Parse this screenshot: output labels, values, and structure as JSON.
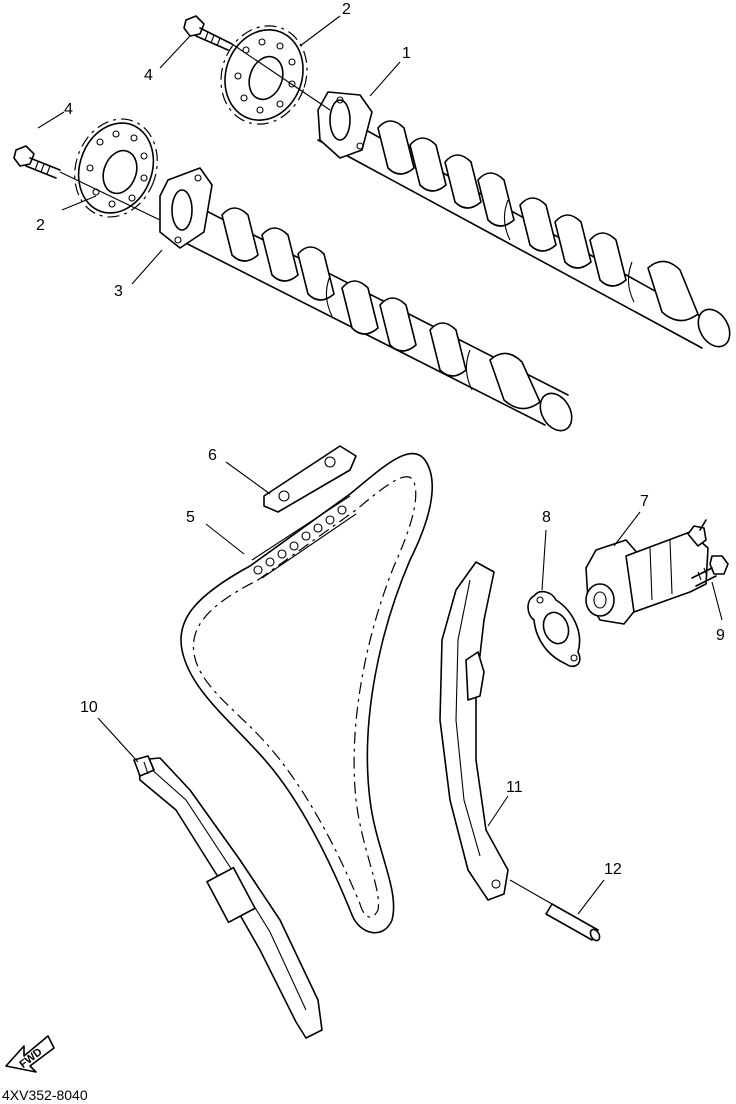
{
  "diagram": {
    "code": "4XV352-8040",
    "direction_label": "FWD",
    "callouts": [
      {
        "id": "cam-1",
        "number": "1",
        "part": "camshaft"
      },
      {
        "id": "sprocket-top",
        "number": "2",
        "part": "cam sprocket"
      },
      {
        "id": "sprocket-left",
        "number": "2",
        "part": "cam sprocket"
      },
      {
        "id": "cam-3",
        "number": "3",
        "part": "camshaft"
      },
      {
        "id": "bolt-top",
        "number": "4",
        "part": "bolt"
      },
      {
        "id": "bolt-left",
        "number": "4",
        "part": "bolt"
      },
      {
        "id": "chain",
        "number": "5",
        "part": "cam chain"
      },
      {
        "id": "guide-6",
        "number": "6",
        "part": "chain guide (top)"
      },
      {
        "id": "tensioner",
        "number": "7",
        "part": "tensioner assembly"
      },
      {
        "id": "gasket",
        "number": "8",
        "part": "gasket"
      },
      {
        "id": "bolt-9",
        "number": "9",
        "part": "bolt"
      },
      {
        "id": "guide-10",
        "number": "10",
        "part": "chain guide (exhaust side)"
      },
      {
        "id": "guide-11",
        "number": "11",
        "part": "chain guide (intake side)"
      },
      {
        "id": "pin-12",
        "number": "12",
        "part": "pin"
      }
    ]
  }
}
